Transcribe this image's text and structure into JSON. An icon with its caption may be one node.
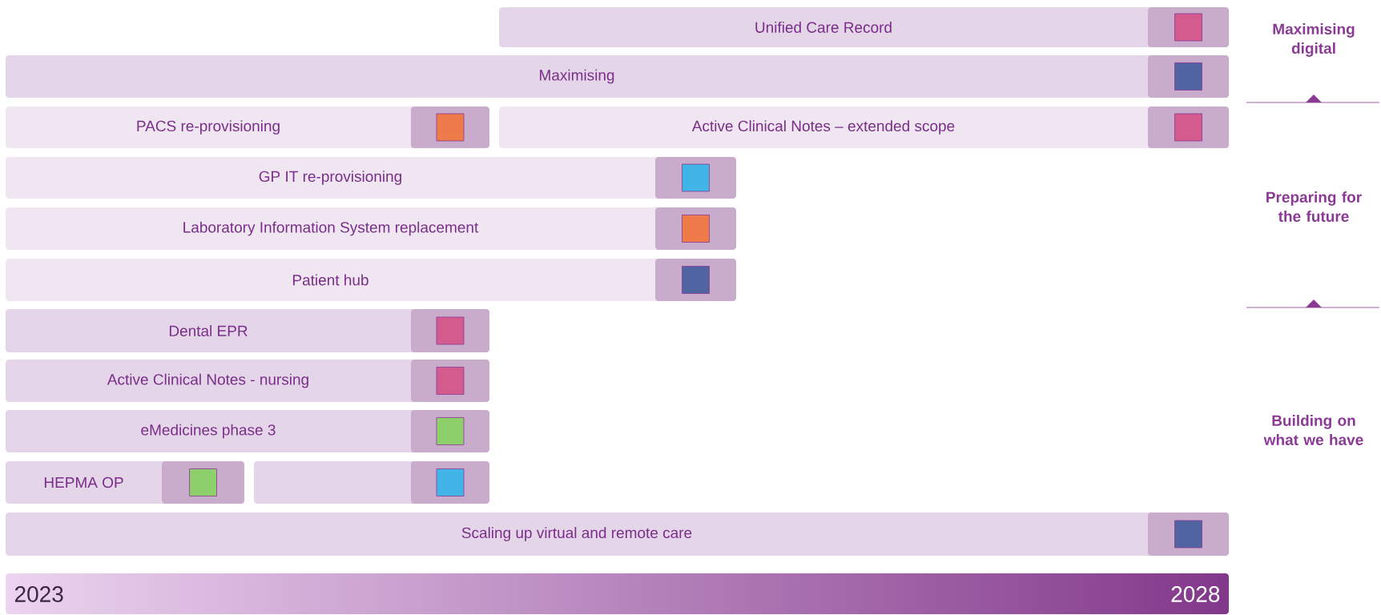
{
  "diagram": {
    "nodes": [
      {
        "text": [
          "Unified Care Record"
        ]
      },
      {
        "text": [
          "Maximising"
        ]
      },
      {
        "text": [
          "PACS re-provisioning"
        ]
      },
      {
        "text": [
          "Active Clinical Notes – extended scope"
        ]
      },
      {
        "text": [
          "GP IT re-provisioning"
        ]
      },
      {
        "text": [
          "Laboratory Information System replacement"
        ]
      },
      {
        "text": [
          "Patient hub"
        ]
      },
      {
        "text": [
          "Dental EPR"
        ]
      },
      {
        "text": [
          "Active Clinical Notes - nursing"
        ]
      },
      {
        "text": [
          "eMedicines phase 3"
        ]
      },
      {
        "text": [
          "HEPMA OP"
        ]
      },
      {
        "text": [],
        "shape": "bar"
      },
      {
        "text": [
          "Scaling up virtual and remote care"
        ]
      }
    ],
    "labels": [
      "Maximising digital",
      "Preparing for the future",
      "Building on what we have",
      "2023",
      "2028"
    ]
  }
}
